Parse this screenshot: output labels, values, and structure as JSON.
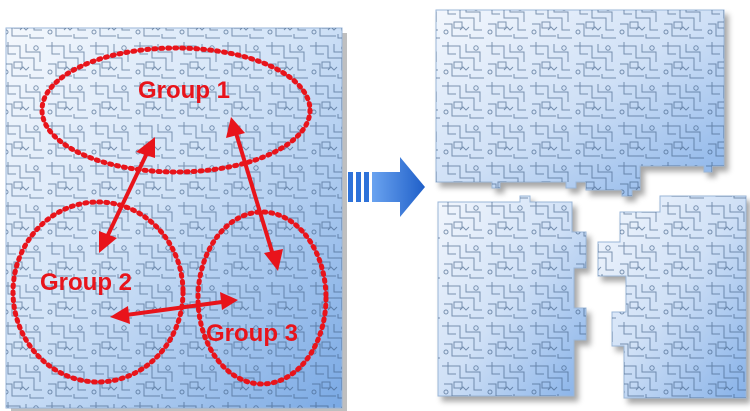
{
  "groups": [
    {
      "label": "Group 1"
    },
    {
      "label": "Group 2"
    },
    {
      "label": "Group 3"
    }
  ],
  "colors": {
    "accent": "#e8141b",
    "arrow_blue": "#2e72d9",
    "panel_light": "#e9f1fb",
    "panel_mid": "#a9c7ee",
    "panel_dark": "#6d9fe0",
    "wire": "#3f5f86"
  },
  "icons": {
    "transition_arrow": "right-arrow-icon",
    "relation_arrow": "double-headed-arrow-icon"
  }
}
